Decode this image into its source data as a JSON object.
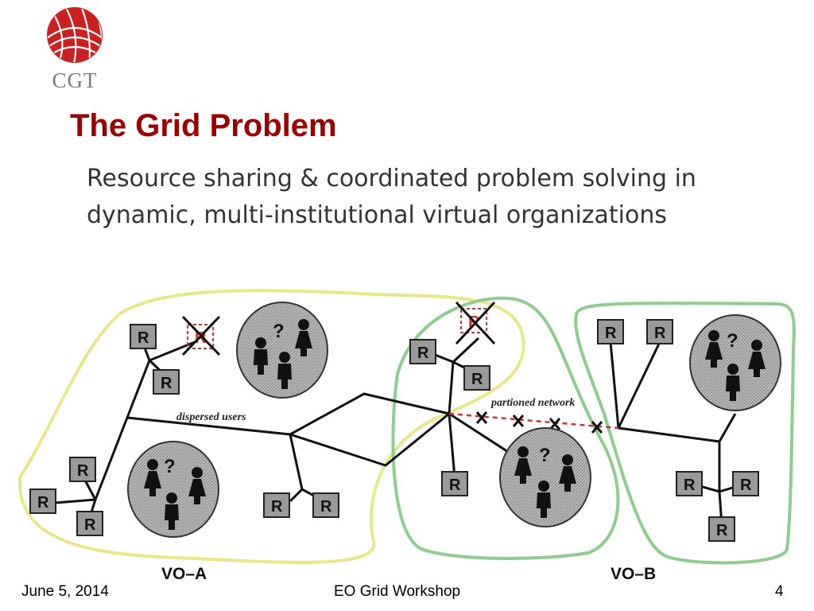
{
  "logo": {
    "text": "CGT",
    "icon": "globe-grid-logo",
    "color": "#cc1f1f"
  },
  "slide": {
    "title": "The Grid Problem",
    "subtitle": "Resource sharing & coordinated problem solving in dynamic, multi-institutional virtual organizations"
  },
  "diagram": {
    "resource_label": "R",
    "question_label": "?",
    "dispersed_users_label": "dispersed users",
    "partitioned_network_label": "partioned network",
    "vo_a_label": "VO–A",
    "vo_b_label": "VO–B",
    "colors": {
      "vo_a_outline": "#e8e88a",
      "vo_b_outline": "#8fcc8f",
      "failed": "#cc3333",
      "link": "#111111"
    }
  },
  "footer": {
    "date": "June 5, 2014",
    "event": "EO Grid Workshop",
    "page": "4"
  }
}
